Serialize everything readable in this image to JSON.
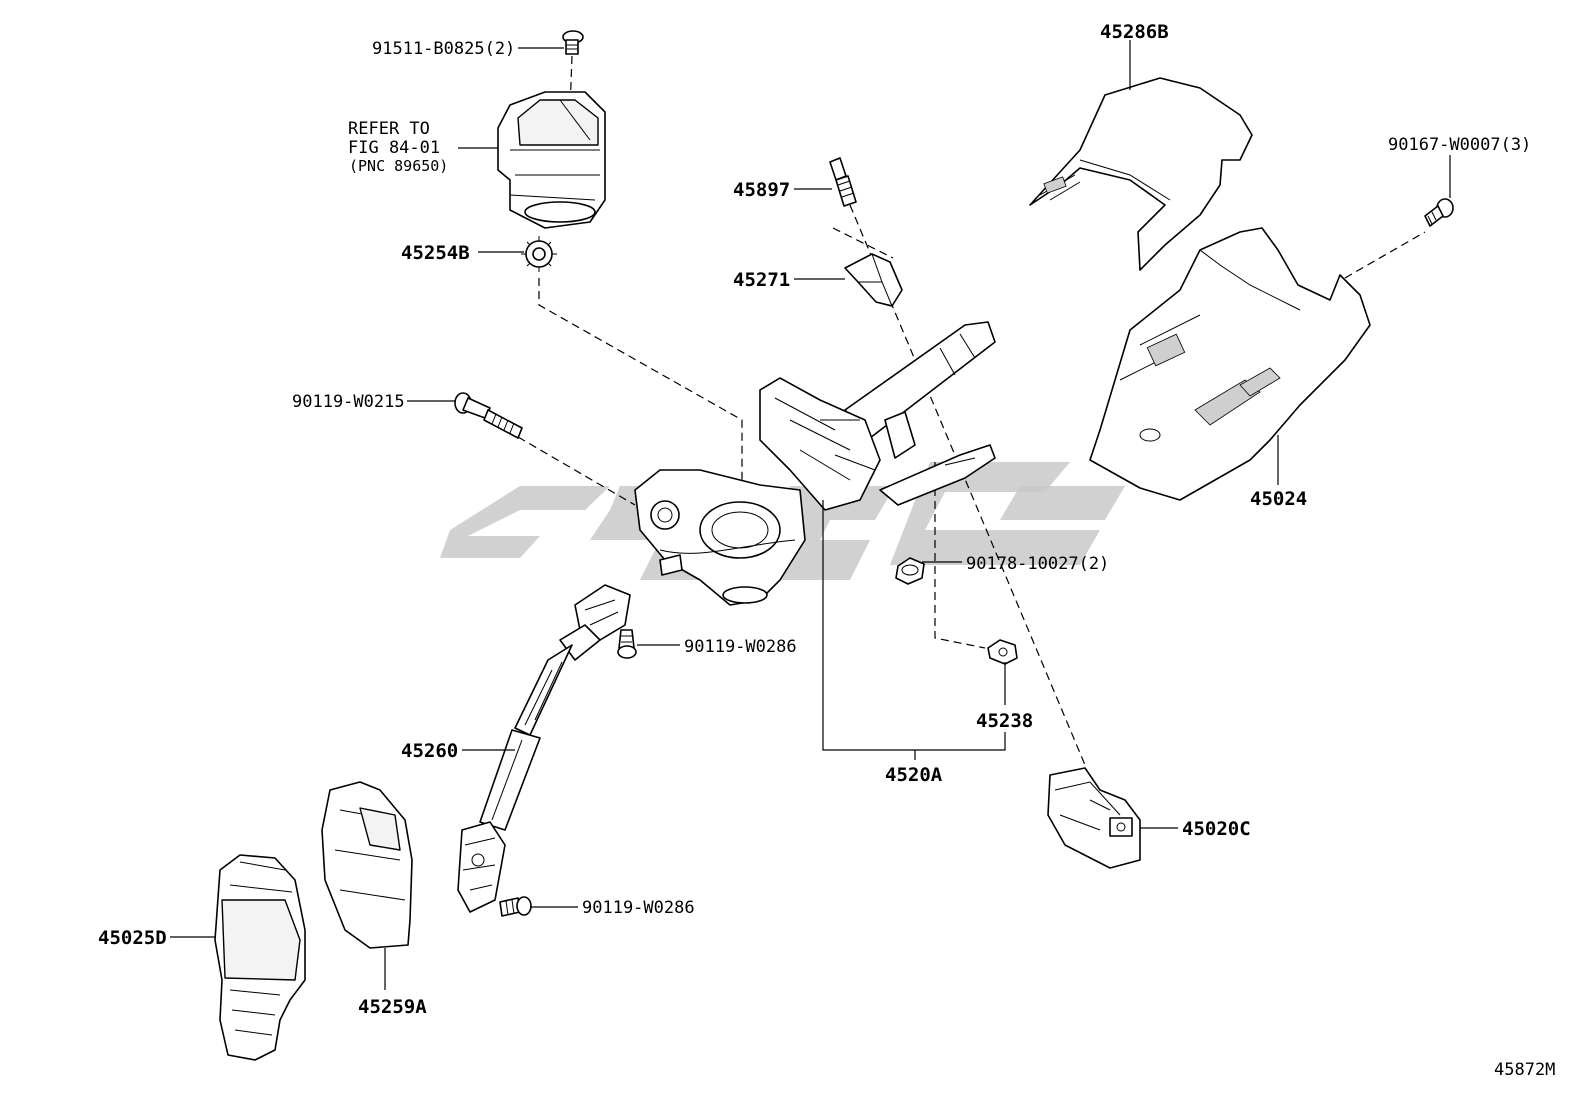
{
  "diagram": {
    "labels": {
      "bolt_top": "91511-B0825(2)",
      "refer_line1": "REFER TO",
      "refer_line2": "FIG 84-01",
      "refer_line3": "(PNC 89650)",
      "grommet": "45254B",
      "bolt_left": "90119-W0215",
      "pin": "45897",
      "clip": "45271",
      "upper_cover": "45286B",
      "screw_right": "90167-W0007(3)",
      "lower_cover": "45024",
      "nut": "90178-10027(2)",
      "bolt_mid": "90119-W0286",
      "clip_small": "45238",
      "shaft": "45260",
      "column_assy": "4520A",
      "lock_housing": "45020C",
      "bolt_low": "90119-W0286",
      "boot": "45025D",
      "cover_low": "45259A",
      "figure_id": "45872M"
    }
  }
}
